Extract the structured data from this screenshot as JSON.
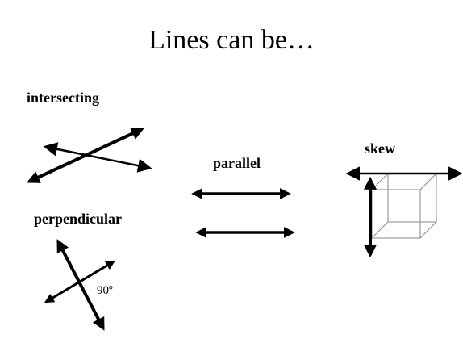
{
  "title": "Lines can be…",
  "labels": {
    "intersecting": "intersecting",
    "parallel": "parallel",
    "skew": "skew",
    "perpendicular": "perpendicular"
  },
  "angle_label": "90º",
  "colors": {
    "line": "#000000",
    "cube_edges": "#888888",
    "background": "#ffffff"
  }
}
